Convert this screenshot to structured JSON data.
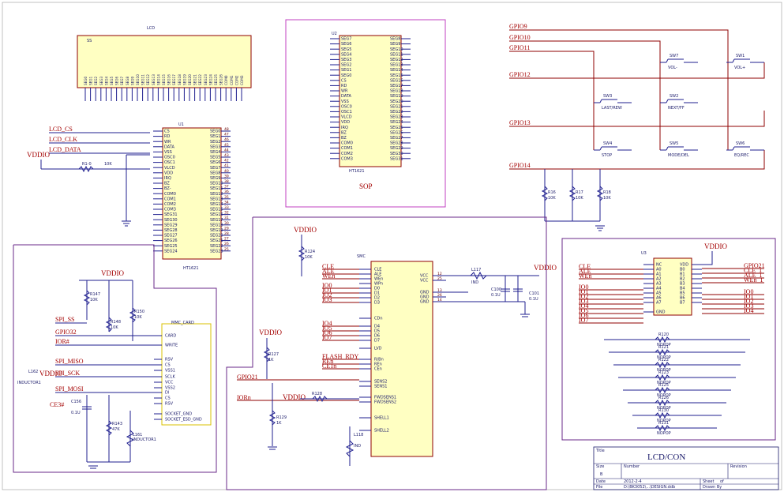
{
  "lcd": {
    "title": "LCD",
    "ref": "SS",
    "pins": [
      "SEG0",
      "SEG1",
      "SEG2",
      "SEG3",
      "SEG4",
      "SEG5",
      "SEG6",
      "SEG7",
      "SEG8",
      "SEG9",
      "SEG10",
      "SEG11",
      "SEG12",
      "SEG13",
      "SEG14",
      "SEG15",
      "SEG16",
      "SEG17",
      "SEG18",
      "SEG19",
      "SEG20",
      "SEG21",
      "SEG22",
      "SEG23",
      "SEG24",
      "SEG25",
      "SEG26",
      "COM0",
      "COM1",
      "COM2",
      "COM3"
    ]
  },
  "u1": {
    "ref": "U1",
    "part": "HT1621",
    "left": [
      "CS",
      "RD",
      "WR",
      "DATA",
      "VSS",
      "OSC0",
      "OSC1",
      "VLCD",
      "VDD",
      "IRQ",
      "BZ",
      "BZ-",
      "COM0",
      "COM1",
      "COM2",
      "COM3",
      "SEG31",
      "SEG30",
      "SEG29",
      "SEG28",
      "SEG27",
      "SEG26",
      "SEG25",
      "SEG24"
    ],
    "right": [
      "SEG0",
      "SEG1",
      "SEG2",
      "SEG3",
      "SEG4",
      "SEG5",
      "SEG6",
      "SEG7",
      "SEG8",
      "SEG9",
      "SEG10",
      "SEG11",
      "SEG12",
      "SEG13",
      "SEG14",
      "SEG15",
      "SEG16",
      "SEG17",
      "SEG18",
      "SEG19",
      "SEG20",
      "SEG21",
      "SEG22",
      "SEG23"
    ],
    "right_nums": [
      "48",
      "47",
      "46",
      "45",
      "44",
      "43",
      "42",
      "41",
      "40",
      "39",
      "38",
      "37",
      "36",
      "35",
      "34",
      "33",
      "32",
      "31",
      "30",
      "29",
      "28",
      "27",
      "26",
      "25"
    ]
  },
  "u2": {
    "ref": "U2",
    "part": "HT1621",
    "caption": "SOP",
    "left": [
      "SEG7",
      "SEG6",
      "SEG5",
      "SEG4",
      "SEG3",
      "SEG2",
      "SEG1",
      "SEG0",
      "CS",
      "RD",
      "WR",
      "DATA",
      "VSS",
      "OSC0",
      "OSC1",
      "VLCD",
      "VDD",
      "IRQ",
      "BZ",
      "BZ",
      "COM0",
      "COM1",
      "COM2",
      "COM3"
    ],
    "right": [
      "SEG8",
      "SEG9",
      "SEG10",
      "SEG11",
      "SEG12",
      "SEG13",
      "SEG14",
      "SEG15",
      "SEG16",
      "SEG17",
      "SEG18",
      "SEG19",
      "SEG20",
      "SEG21",
      "SEG22",
      "SEG23",
      "SEG24",
      "SEG25",
      "SEG26",
      "SEG27",
      "SEG28",
      "SEG29",
      "SEG30",
      "SEG31"
    ]
  },
  "lcd_nets": {
    "cs": "LCD_CS",
    "clk": "LCD_CLK",
    "data": "LCD_DATA",
    "vddio": "VDDIO",
    "r_ref": "R1-0",
    "r_val": "10K"
  },
  "switches": {
    "gpio": [
      "GPIO9",
      "GPIO10",
      "GPIO11",
      "GPIO12",
      "GPIO13",
      "GPIO14"
    ],
    "items": [
      {
        "ref": "SW7",
        "label": "VOL-"
      },
      {
        "ref": "SW1",
        "label": "VOL+"
      },
      {
        "ref": "SW3",
        "label": "LAST/REW"
      },
      {
        "ref": "SW2",
        "label": "NEXT/FF"
      },
      {
        "ref": "SW4",
        "label": "STOP"
      },
      {
        "ref": "SW5",
        "label": "MODE/DEL"
      },
      {
        "ref": "SW6",
        "label": "EQ/REC"
      }
    ],
    "resistors": [
      {
        "ref": "R16",
        "val": "10K"
      },
      {
        "ref": "R17",
        "val": "10K"
      },
      {
        "ref": "R18",
        "val": "10K"
      }
    ]
  },
  "smc": {
    "ref": "SMC",
    "vddio": "VDDIO",
    "r_top": {
      "ref": "R124",
      "val": "10K"
    },
    "left": [
      "CLE",
      "ALE",
      "WEn",
      "WPn",
      "D0",
      "D1",
      "D2",
      "D3",
      "CDn",
      "D4",
      "D5",
      "D6",
      "D7",
      "LVD",
      "R/Bn",
      "REn",
      "CEn",
      "SENS2",
      "SENS1",
      "FWDSENS1",
      "FWDSENS2",
      "SHELL1",
      "SHELL2"
    ],
    "left_nets": [
      "CLE",
      "ALE",
      "WEn",
      "IO0",
      "IO1",
      "IO2",
      "IO3",
      "IO4",
      "IO5",
      "IO6",
      "IO7",
      "FLASH_RDY",
      "REn",
      "CE1n",
      "GPIO21",
      "IORn"
    ],
    "right": [
      "VCC",
      "VCC",
      "GND",
      "GND",
      "GND"
    ],
    "right_nums": [
      "12",
      "25",
      "13",
      "26",
      "14"
    ],
    "l117": {
      "ref": "L117",
      "val": "IND"
    },
    "vddio2": "VDDIO",
    "c100": {
      "ref": "C100",
      "val": "0.1U"
    },
    "c101": {
      "ref": "C101",
      "val": "0.1U"
    },
    "r127": {
      "ref": "R127",
      "val": "1K"
    },
    "r129": {
      "ref": "R129",
      "val": "1K"
    },
    "r128": {
      "ref": "R128",
      "val": "1K"
    },
    "l118": {
      "ref": "L118",
      "val": "IND"
    }
  },
  "mmc": {
    "title": "MMC_CARD",
    "vddio": "VDDIO",
    "nets": [
      "SPI_SS",
      "GPIO32",
      "IOR#",
      "SPI_MISO",
      "SPI_SCK",
      "SPI_MOSI",
      "CE3#"
    ],
    "pins": [
      "CARD",
      "WRITE",
      "RSV",
      "CS",
      "VSS1",
      "SCLK",
      "VCC",
      "VSS2",
      "DI",
      "CS",
      "RSV",
      "SOCKET_GND",
      "SOCKET_ESD_GND"
    ],
    "r147": {
      "ref": "R147",
      "val": "10K"
    },
    "r148": {
      "ref": "R148",
      "val": "10K"
    },
    "r150": {
      "ref": "R150",
      "val": "10K"
    },
    "l162": {
      "ref": "L162",
      "val": "INDUCTOR1"
    },
    "l161": {
      "ref": "L161",
      "val": "INDUCTOR1"
    },
    "c156": {
      "ref": "C156",
      "val": "0.1U"
    },
    "r143": {
      "ref": "R143",
      "val": "47K"
    },
    "vddio2": "VDDIO"
  },
  "u3": {
    "ref": "U3",
    "vddio": "VDDIO",
    "left_nets": [
      "CLE",
      "ALE",
      "WEn",
      "IO0",
      "IO1",
      "IO2",
      "IO3",
      "IO4",
      "IO5",
      "IO6",
      "IO7"
    ],
    "left_pins": [
      "NC",
      "A0",
      "A1",
      "A2",
      "A3",
      "A4",
      "A5",
      "A6",
      "A7",
      "GND"
    ],
    "right_pins": [
      "VDD",
      "B0",
      "B1",
      "B2",
      "B3",
      "B4",
      "B5",
      "B6",
      "B7"
    ],
    "right_nets": [
      "GPIO21",
      "CLE_1",
      "ALE_1",
      "WEn_1",
      "IO0",
      "IO1",
      "IO2",
      "IO3",
      "IO4"
    ],
    "resistors": [
      {
        "ref": "R120",
        "val": "NOPOP"
      },
      {
        "ref": "R121",
        "val": "NOPOP"
      },
      {
        "ref": "R122",
        "val": "NOPOP"
      },
      {
        "ref": "R123",
        "val": "NOPOP"
      },
      {
        "ref": "R125",
        "val": "NOPOP"
      },
      {
        "ref": "R126",
        "val": "NOPOP"
      },
      {
        "ref": "R130",
        "val": "NOPOP"
      },
      {
        "ref": "R131",
        "val": "NOPOP"
      }
    ]
  },
  "title_block": {
    "title_label": "Title",
    "title": "LCD/CON",
    "size_label": "Size",
    "size": "B",
    "number_label": "Number",
    "revision_label": "Revision",
    "date_label": "Date",
    "date": "2012-2-4",
    "sheet_label": "Sheet",
    "of_label": "of",
    "file_label": "File",
    "file": "D:\\BK3052\\...\\DESIGN.ddb",
    "drawn_label": "Drawn By"
  }
}
